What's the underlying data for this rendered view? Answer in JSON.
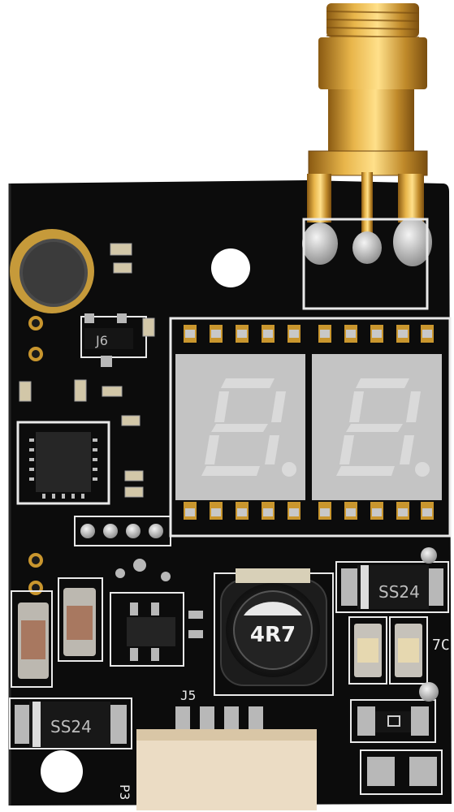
{
  "labels": {
    "inductor": "4R7",
    "diode_top": "SS24",
    "diode_bottom": "SS24",
    "designator_j6": "J6",
    "designator_j5": "J5",
    "designator_p3": "P3",
    "side_mark": "7C"
  },
  "colors": {
    "pcb": "#0b0b0b",
    "silkscreen": "#e9e9e9",
    "gold": "#c9962e",
    "display_face": "#c4c4c4",
    "segment_off": "#dadada"
  },
  "icons": {
    "antenna": "sma-connector",
    "display": "seven-segment-display"
  }
}
